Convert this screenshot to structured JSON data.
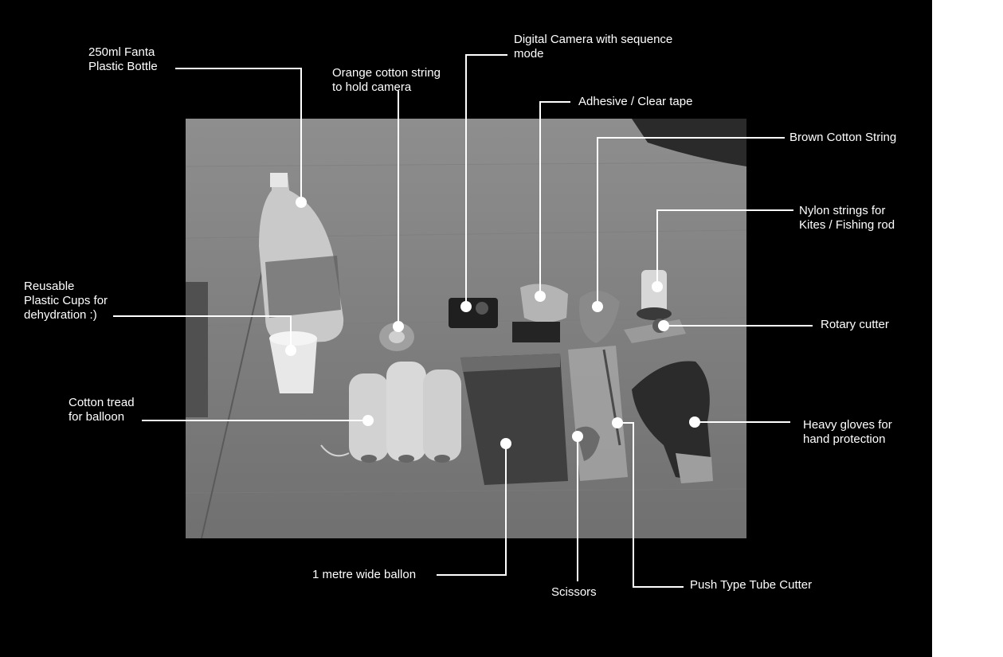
{
  "labels": {
    "fanta": {
      "line1": "250ml Fanta",
      "line2": "Plastic Bottle"
    },
    "orange_string": {
      "line1": "Orange cotton string",
      "line2": "to hold camera"
    },
    "camera": {
      "line1": "Digital Camera with sequence",
      "line2": "mode"
    },
    "tape": {
      "line1": "Adhesive / Clear tape"
    },
    "brown_string": {
      "line1": "Brown Cotton String"
    },
    "nylon": {
      "line1": "Nylon strings for",
      "line2": "Kites / Fishing rod"
    },
    "cups": {
      "line1": "Reusable",
      "line2": "Plastic Cups for",
      "line3": "dehydration :)"
    },
    "rotary": {
      "line1": "Rotary cutter"
    },
    "cotton_tread": {
      "line1": "Cotton tread",
      "line2": "for balloon"
    },
    "gloves": {
      "line1": "Heavy gloves for",
      "line2": "hand protection"
    },
    "balloon": {
      "line1": "1 metre wide ballon"
    },
    "scissors": {
      "line1": "Scissors"
    },
    "tube_cutter": {
      "line1": "Push Type Tube Cutter"
    }
  },
  "colors": {
    "background": "#000000",
    "text": "#ffffff",
    "leader": "#ffffff"
  }
}
